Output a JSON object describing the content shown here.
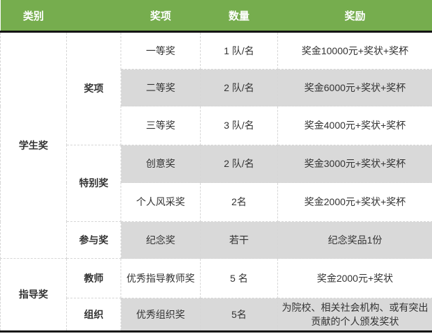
{
  "header": {
    "category": "类别",
    "group": "",
    "award": "奖项",
    "quantity": "数量",
    "reward": "奖励"
  },
  "categories": {
    "student": "学生奖",
    "mentor": "指导奖"
  },
  "groups": {
    "award": "奖项",
    "special": "特别奖",
    "participation": "参与奖",
    "teacher": "教师",
    "organization": "组织"
  },
  "rows": [
    {
      "award": "一等奖",
      "quantity": "1 队/名",
      "reward": "奖金10000元+奖状+奖杯"
    },
    {
      "award": "二等奖",
      "quantity": "2 队/名",
      "reward": "奖金6000元+奖状+奖杯"
    },
    {
      "award": "三等奖",
      "quantity": "3 队/名",
      "reward": "奖金4000元+奖状+奖杯"
    },
    {
      "award": "创意奖",
      "quantity": "2 队/名",
      "reward": "奖金3000元+奖状+奖杯"
    },
    {
      "award": "个人风采奖",
      "quantity": "2名",
      "reward": "奖金2000元+奖状+奖杯"
    },
    {
      "award": "纪念奖",
      "quantity": "若干",
      "reward": "纪念奖品1份"
    },
    {
      "award": "优秀指导教师奖",
      "quantity": "5 名",
      "reward": "奖金2000元+奖状"
    },
    {
      "award": "优秀组织奖",
      "quantity": "5名",
      "reward": "为院校、相关社会机构、或有突出贡献的个人颁发奖状"
    }
  ],
  "colors": {
    "header_bg": "#76ad4e",
    "header_text": "#ffffff",
    "stripe_bg": "#d9d9d9",
    "divider": "#141414",
    "cell_border": "#d6d6d6",
    "text": "#333333"
  }
}
